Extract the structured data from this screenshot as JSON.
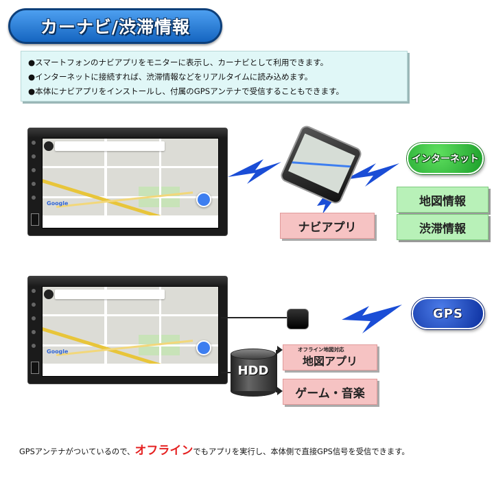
{
  "title": "カーナビ/渋滞情報",
  "bullets": [
    "●スマートフォンのナビアプリをモニターに表示し、カーナビとして利用できます。",
    "●インターネットに接続すれば、渋滞情報などをリアルタイムに読み込めます。",
    "●本体にナビアプリをインストールし、付属のGPSアンテナで受信することもできます。"
  ],
  "top_section": {
    "navi_app_label": "ナビアプリ",
    "internet_label": "インターネット",
    "map_info_label": "地図情報",
    "traffic_info_label": "渋滞情報"
  },
  "bottom_section": {
    "gps_label": "GPS",
    "hdd_label": "HDD",
    "offline_map_note": "オフライン地図対応",
    "map_app_label": "地図アプリ",
    "game_music_label": "ゲーム・音楽"
  },
  "footer": {
    "before": "GPSアンテナがついているので、",
    "highlight": "オフライン",
    "after": "でもアプリを実行し、本体側で直接GPS信号を受信できます。"
  },
  "colors": {
    "title_blue": "#1565c0",
    "internet_green": "#1b9e2a",
    "gps_blue": "#0b2f9e",
    "pink_box": "#f6c3c3",
    "green_box": "#b8f1b8",
    "highlight_red": "#e52222",
    "bolt_blue": "#1a4dd6"
  }
}
